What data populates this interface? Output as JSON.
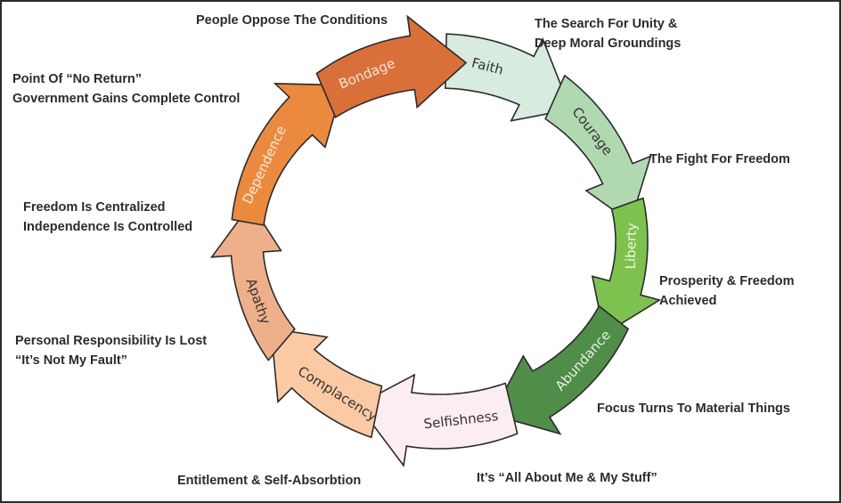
{
  "diagram": {
    "title": "Cycle of Democracy",
    "segments": [
      {
        "label": "Bondage",
        "fill": "#d9703a",
        "text_color": "#fbe6d8"
      },
      {
        "label": "Faith",
        "fill": "#d7ebde",
        "text_color": "#333333"
      },
      {
        "label": "Courage",
        "fill": "#b1d9b0",
        "text_color": "#333333"
      },
      {
        "label": "Liberty",
        "fill": "#7dc24e",
        "text_color": "#eef8e6"
      },
      {
        "label": "Abundance",
        "fill": "#4f8d48",
        "text_color": "#e6f2e2"
      },
      {
        "label": "Selfishness",
        "fill": "#fcedf3",
        "text_color": "#333333"
      },
      {
        "label": "Complacency",
        "fill": "#fbc9a3",
        "text_color": "#333333"
      },
      {
        "label": "Apathy",
        "fill": "#eeb08a",
        "text_color": "#333333"
      },
      {
        "label": "Dependence",
        "fill": "#eb8a3f",
        "text_color": "#fde9d9"
      }
    ],
    "annotations": {
      "bondage": [
        "People Oppose The Conditions"
      ],
      "faith": [
        "The Search For Unity &",
        "Deep Moral Groundings"
      ],
      "courage": [
        "The Fight For Freedom"
      ],
      "liberty": [
        "Prosperity & Freedom",
        "Achieved"
      ],
      "abundance": [
        "Focus Turns To Material Things"
      ],
      "selfishness_right": [
        "It’s “All About Me & My Stuff”"
      ],
      "selfishness": [
        "Entitlement & Self-Absorbtion"
      ],
      "complacency": [
        "Personal Responsibility Is Lost",
        "“It’s Not My Fault”"
      ],
      "apathy": [
        "Freedom Is Centralized",
        "Independence Is Controlled"
      ],
      "dependence": [
        "Point Of “No Return”",
        "Government Gains Complete Control"
      ]
    }
  }
}
